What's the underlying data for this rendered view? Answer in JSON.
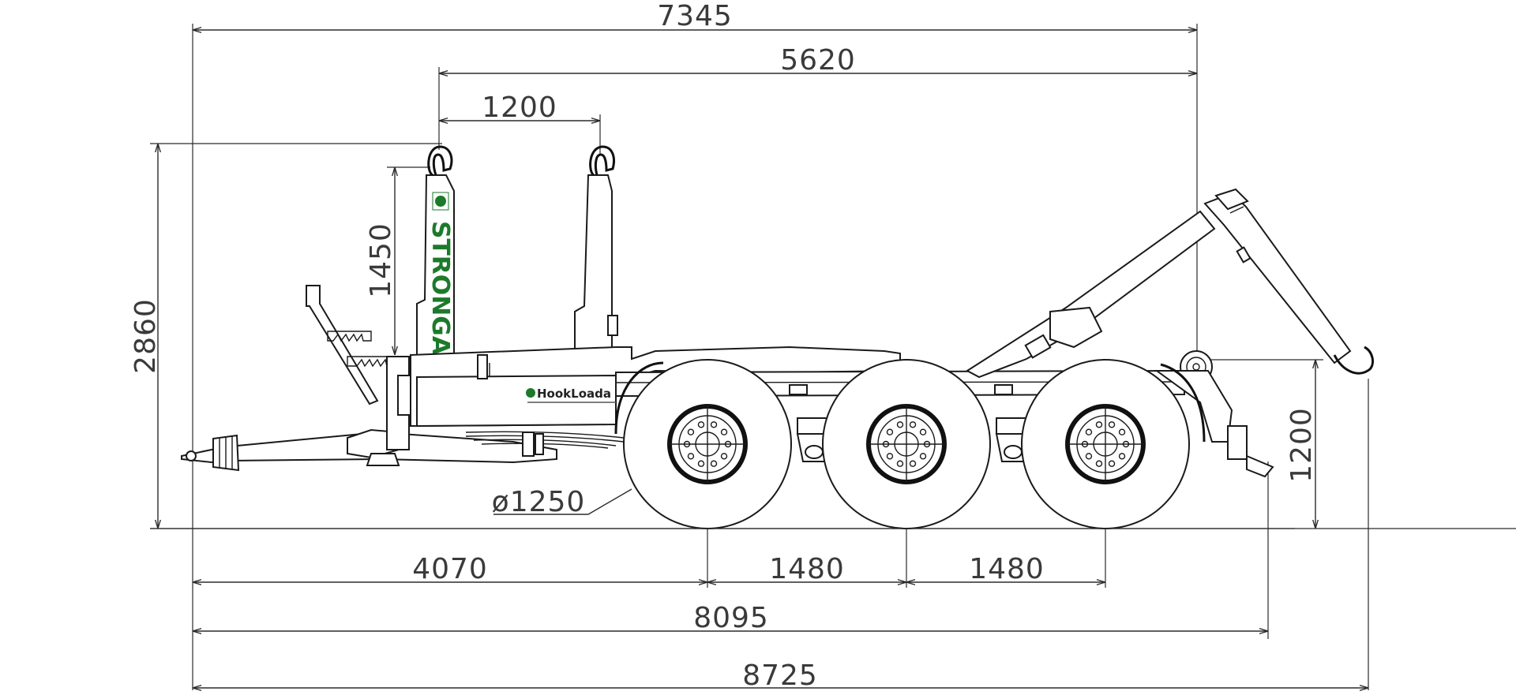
{
  "dimensions": {
    "overall_body_length": "7345",
    "hook_to_rear": "5620",
    "post_spacing": "1200",
    "post_height": "1450",
    "overall_height": "2860",
    "tyre_diameter": "ø1250",
    "rear_height": "1200",
    "front_to_first_axle": "4070",
    "axle_spacing_1": "1480",
    "axle_spacing_2": "1480",
    "length_to_hook_tip": "8095",
    "overall_length": "8725"
  },
  "branding": {
    "stronga_text": "STRONGA",
    "hookloada_text": "HookLoada"
  },
  "colors": {
    "line": "#1a1a1a",
    "dimension_text": "#3a3a3a",
    "brand_green": "#1c7a2a"
  }
}
